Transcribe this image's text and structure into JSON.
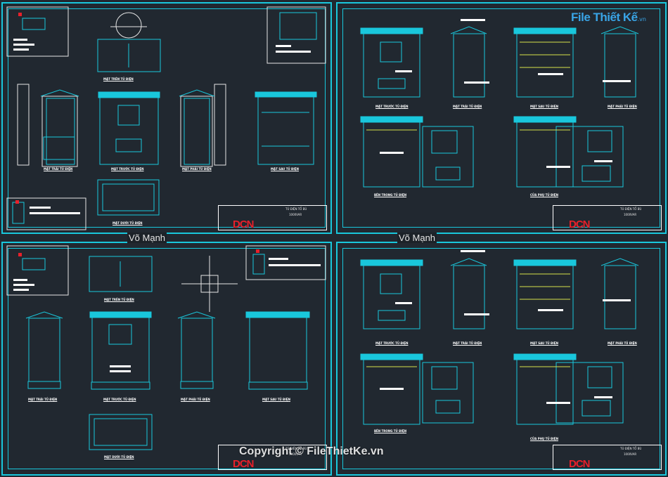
{
  "watermark": {
    "logo_text": "File Thiết Kế",
    "logo_suffix": ".vn",
    "copyright": "Copyright © FileThietKe.vn"
  },
  "separator": {
    "author_left": "Võ Mạnh",
    "author_right": "Võ Mạnh"
  },
  "sheets": {
    "top_left": {
      "labels": {
        "top": "MẶT TRÊN TỦ ĐIỆN",
        "left": "MẶT TRÁI TỦ ĐIỆN",
        "front": "MẶT TRƯỚC TỦ ĐIỆN",
        "right": "MẶT PHẢI TỦ ĐIỆN",
        "back": "MẶT SAU TỦ ĐIỆN",
        "bottom": "MẶT DƯỚI TỦ ĐIỆN"
      },
      "titleblock": {
        "title": "TỦ ĐIỆN TỔ BÙ",
        "size": "1000VAR",
        "brand": "DCN"
      }
    },
    "top_right": {
      "labels": {
        "front": "MẶT TRƯỚC TỦ ĐIỆN",
        "left": "MẶT TRÁI TỦ ĐIỆN",
        "back": "MẶT SAU TỦ ĐIỆN",
        "right": "MẶT PHẢI TỦ ĐIỆN",
        "inside": "BÊN TRONG TỦ ĐIỆN",
        "sub_door": "CỬA PHỤ TỦ ĐIỆN"
      },
      "titleblock": {
        "title": "TỦ ĐIỆN TỔ BÙ",
        "size": "1000VAR",
        "brand": "DCN"
      }
    },
    "bottom_left": {
      "labels": {
        "top": "MẶT TRÊN TỦ ĐIỆN",
        "left": "MẶT TRÁI TỦ ĐIỆN",
        "front": "MẶT TRƯỚC TỦ ĐIỆN",
        "right": "MẶT PHẢI TỦ ĐIỆN",
        "back": "MẶT SAU TỦ ĐIỆN",
        "bottom": "MẶT DƯỚI TỦ ĐIỆN"
      },
      "titleblock": {
        "title": "TỦ ĐIỆN TỔ BÙ",
        "size": "1000VAR",
        "brand": "DCN"
      }
    },
    "bottom_right": {
      "labels": {
        "front": "MẶT TRƯỚC TỦ ĐIỆN",
        "left": "MẶT TRÁI TỦ ĐIỆN",
        "back": "MẶT SAU TỦ ĐIỆN",
        "right": "MẶT PHẢI TỦ ĐIỆN",
        "inside": "BÊN TRONG TỦ ĐIỆN",
        "sub_door": "CỬA PHỤ TỦ ĐIỆN"
      },
      "titleblock": {
        "title": "TỦ ĐIỆN TỔ BÙ",
        "size": "1000VAR",
        "brand": "DCN"
      }
    }
  },
  "colors": {
    "background": "#212830",
    "frame": "#19c7dc",
    "accent_red": "#e8202a",
    "accent_yellow": "#d6e24a"
  }
}
